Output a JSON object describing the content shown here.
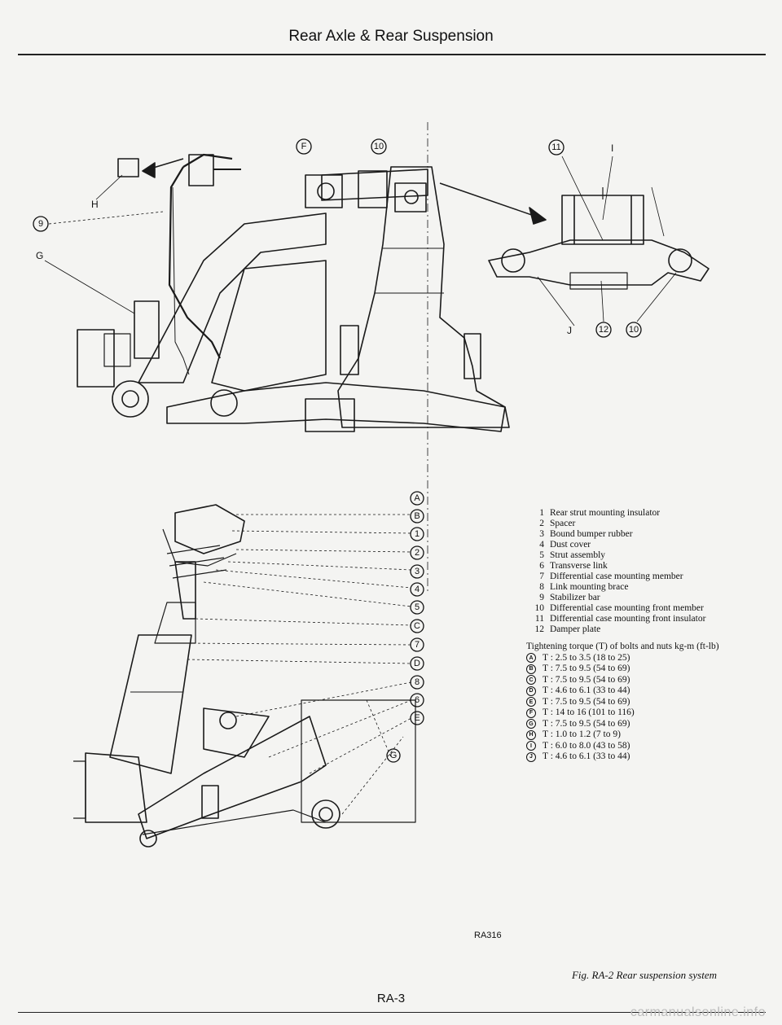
{
  "page": {
    "header_title": "Rear Axle & Rear Suspension",
    "page_number": "RA-3",
    "figure_caption": "Fig. RA-2 Rear suspension system",
    "ref_code": "RA316",
    "watermark": "carmanualsonline.info"
  },
  "callouts": {
    "top_view": [
      "F",
      "10",
      "9",
      "G",
      "H"
    ],
    "detail_view": [
      "11",
      "I",
      "J",
      "12",
      "10"
    ],
    "section_view": [
      "A",
      "B",
      "1",
      "2",
      "3",
      "4",
      "5",
      "C",
      "7",
      "D",
      "8",
      "6",
      "E",
      "G"
    ]
  },
  "legend": [
    {
      "num": "1",
      "text": "Rear strut mounting insulator"
    },
    {
      "num": "2",
      "text": "Spacer"
    },
    {
      "num": "3",
      "text": "Bound bumper rubber"
    },
    {
      "num": "4",
      "text": "Dust cover"
    },
    {
      "num": "5",
      "text": "Strut assembly"
    },
    {
      "num": "6",
      "text": "Transverse link"
    },
    {
      "num": "7",
      "text": "Differential case mounting member"
    },
    {
      "num": "8",
      "text": "Link mounting brace"
    },
    {
      "num": "9",
      "text": "Stabilizer bar"
    },
    {
      "num": "10",
      "text": "Differential case mounting front member"
    },
    {
      "num": "11",
      "text": "Differential case mounting front insulator"
    },
    {
      "num": "12",
      "text": "Damper plate"
    }
  ],
  "torque": {
    "title": "Tightening torque (T) of bolts and nuts   kg-m (ft-lb)",
    "items": [
      {
        "code": "A",
        "value": "T : 2.5 to 3.5 (18 to 25)"
      },
      {
        "code": "B",
        "value": "T : 7.5 to 9.5 (54 to 69)"
      },
      {
        "code": "C",
        "value": "T : 7.5 to 9.5 (54 to 69)"
      },
      {
        "code": "D",
        "value": "T : 4.6 to 6.1 (33 to 44)"
      },
      {
        "code": "E",
        "value": "T : 7.5 to 9.5 (54 to 69)"
      },
      {
        "code": "F",
        "value": "T : 14 to 16 (101 to 116)"
      },
      {
        "code": "G",
        "value": "T : 7.5 to 9.5 (54 to 69)"
      },
      {
        "code": "H",
        "value": "T : 1.0 to 1.2 (7 to 9)"
      },
      {
        "code": "I",
        "value": "T : 6.0 to 8.0 (43 to 58)"
      },
      {
        "code": "J",
        "value": "T : 4.6 to 6.1 (33 to 44)"
      }
    ]
  }
}
